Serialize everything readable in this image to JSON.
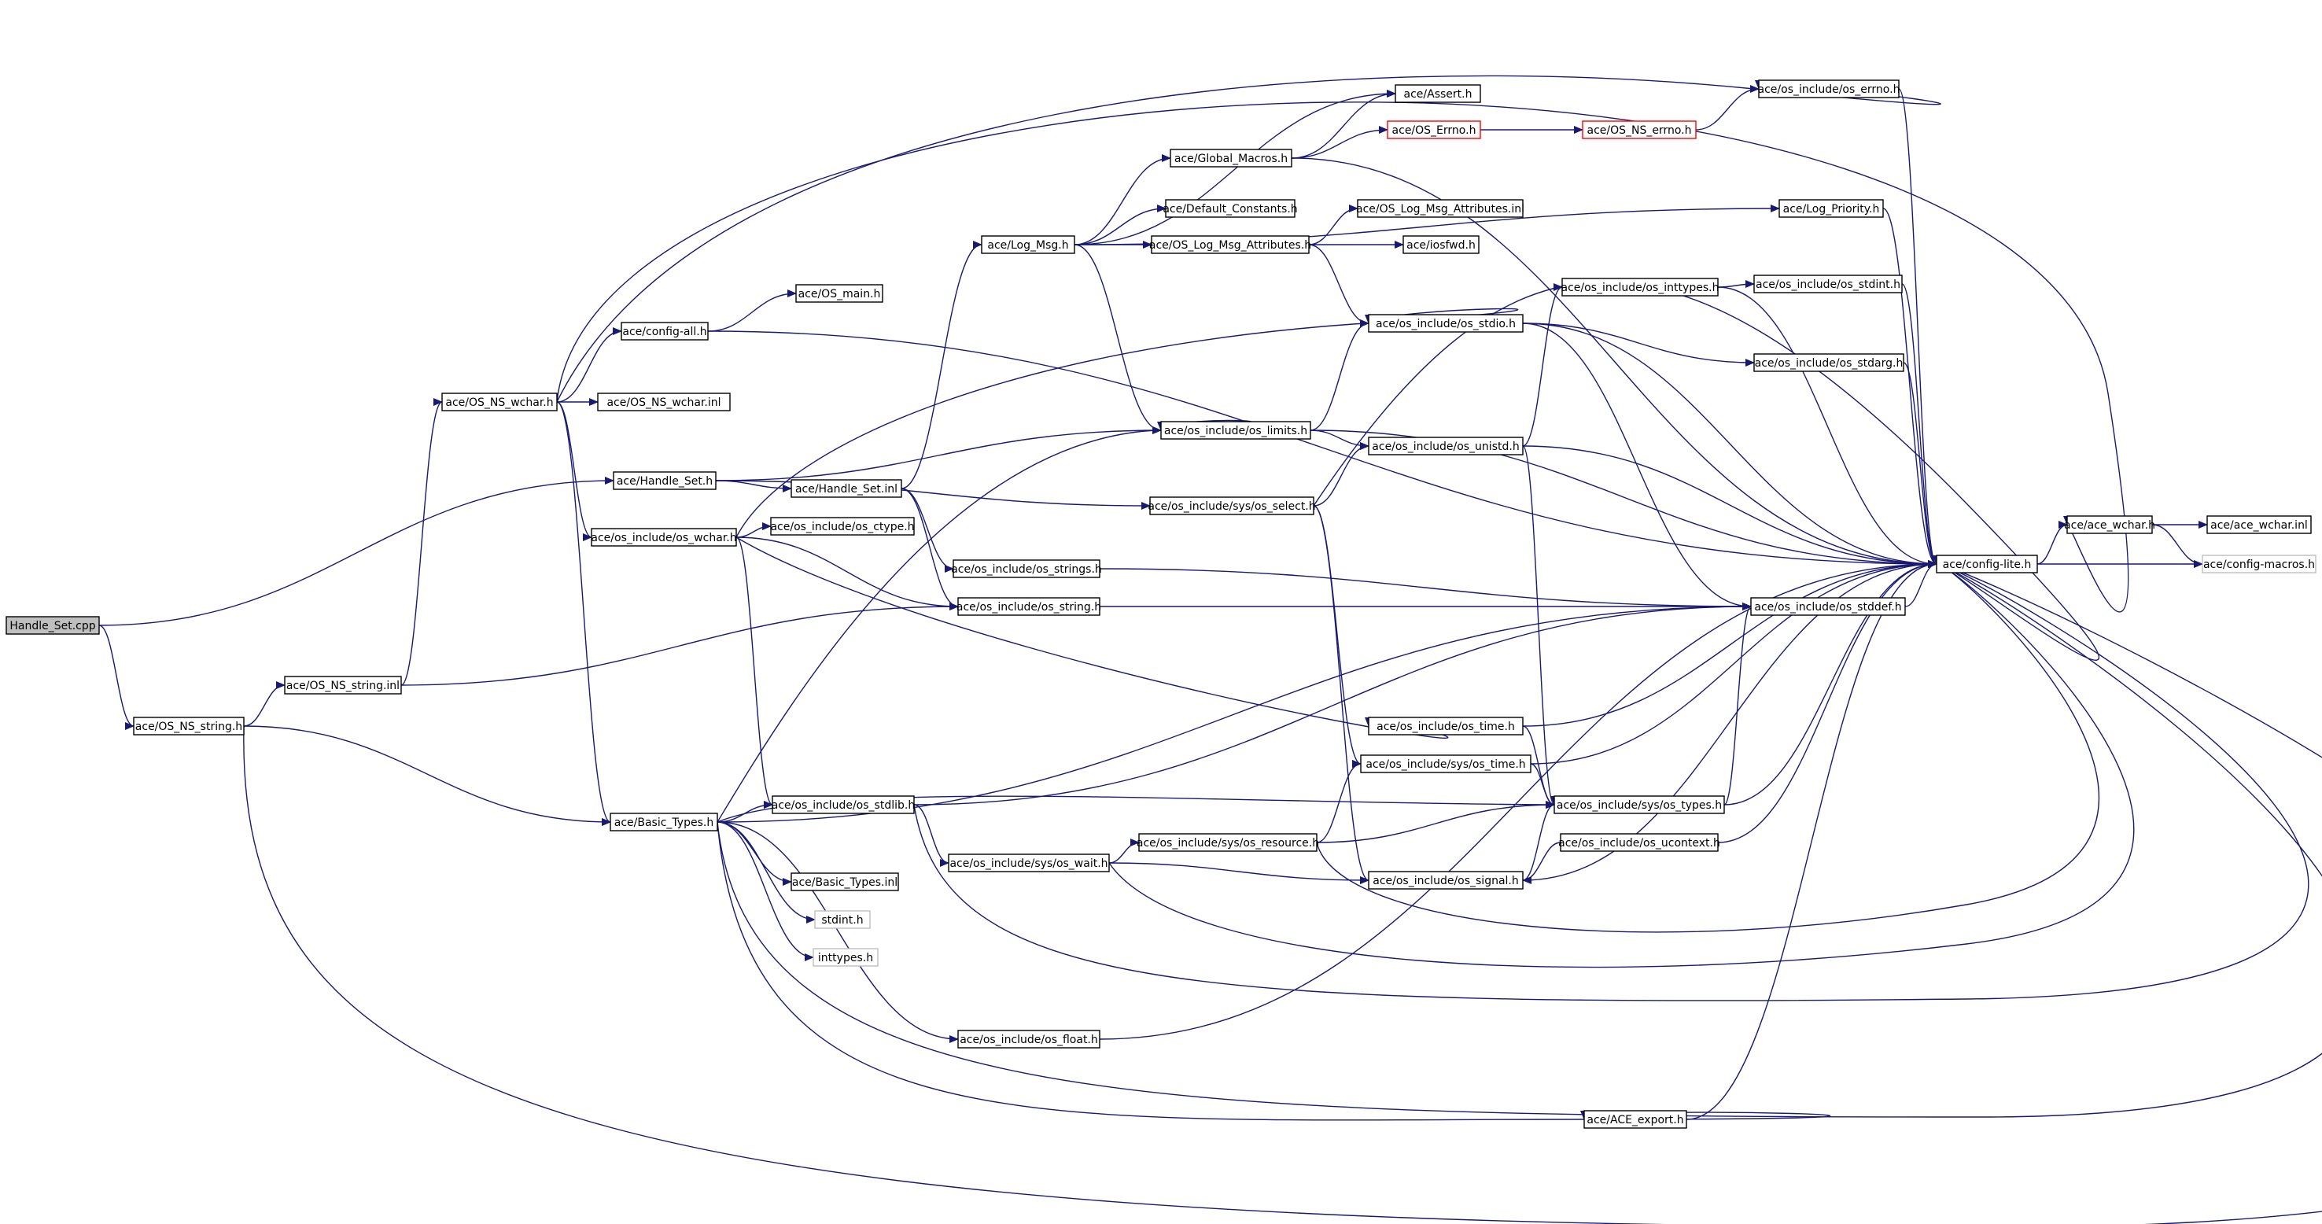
{
  "colors": {
    "edge": "#191970",
    "default_border": "#000000",
    "root_fill": "#bfbfbf",
    "missing_border": "#bfbfbf",
    "truncated_border": "#ff0000",
    "fill": "#ffffff"
  },
  "nodes": [
    {
      "id": "root",
      "label": "Handle_Set.cpp",
      "kind": "root"
    },
    {
      "id": "osnsstring_h",
      "label": "ace/OS_NS_string.h",
      "kind": "normal"
    },
    {
      "id": "osnsstring_inl",
      "label": "ace/OS_NS_string.inl",
      "kind": "normal"
    },
    {
      "id": "osnswchar_h",
      "label": "ace/OS_NS_wchar.h",
      "kind": "normal"
    },
    {
      "id": "configall",
      "label": "ace/config-all.h",
      "kind": "normal"
    },
    {
      "id": "osmain",
      "label": "ace/OS_main.h",
      "kind": "normal"
    },
    {
      "id": "osnswchar_inl",
      "label": "ace/OS_NS_wchar.inl",
      "kind": "normal"
    },
    {
      "id": "handleset_h",
      "label": "ace/Handle_Set.h",
      "kind": "normal"
    },
    {
      "id": "handleset_inl",
      "label": "ace/Handle_Set.inl",
      "kind": "normal"
    },
    {
      "id": "oswchar",
      "label": "ace/os_include/os_wchar.h",
      "kind": "normal"
    },
    {
      "id": "osctype",
      "label": "ace/os_include/os_ctype.h",
      "kind": "normal"
    },
    {
      "id": "basictypes",
      "label": "ace/Basic_Types.h",
      "kind": "normal"
    },
    {
      "id": "osstdlib",
      "label": "ace/os_include/os_stdlib.h",
      "kind": "normal"
    },
    {
      "id": "basictypes_inl",
      "label": "ace/Basic_Types.inl",
      "kind": "normal"
    },
    {
      "id": "stdint",
      "label": "stdint.h",
      "kind": "missing"
    },
    {
      "id": "inttypes",
      "label": "inttypes.h",
      "kind": "missing"
    },
    {
      "id": "logmsg",
      "label": "ace/Log_Msg.h",
      "kind": "normal"
    },
    {
      "id": "globalmacros",
      "label": "ace/Global_Macros.h",
      "kind": "normal"
    },
    {
      "id": "defconst",
      "label": "ace/Default_Constants.h",
      "kind": "normal"
    },
    {
      "id": "oslogattr_h",
      "label": "ace/OS_Log_Msg_Attributes.h",
      "kind": "normal"
    },
    {
      "id": "oslogattr_inl",
      "label": "ace/OS_Log_Msg_Attributes.inl",
      "kind": "normal"
    },
    {
      "id": "iosfwd",
      "label": "ace/iosfwd.h",
      "kind": "normal"
    },
    {
      "id": "assert",
      "label": "ace/Assert.h",
      "kind": "normal"
    },
    {
      "id": "oserrno",
      "label": "ace/OS_Errno.h",
      "kind": "truncated"
    },
    {
      "id": "osnserrno",
      "label": "ace/OS_NS_errno.h",
      "kind": "truncated"
    },
    {
      "id": "osinclerrno",
      "label": "ace/os_include/os_errno.h",
      "kind": "normal"
    },
    {
      "id": "logpriority",
      "label": "ace/Log_Priority.h",
      "kind": "normal"
    },
    {
      "id": "osinttypes",
      "label": "ace/os_include/os_inttypes.h",
      "kind": "normal"
    },
    {
      "id": "osstdint",
      "label": "ace/os_include/os_stdint.h",
      "kind": "normal"
    },
    {
      "id": "osstdio",
      "label": "ace/os_include/os_stdio.h",
      "kind": "normal"
    },
    {
      "id": "osstdarg",
      "label": "ace/os_include/os_stdarg.h",
      "kind": "normal"
    },
    {
      "id": "oslimits",
      "label": "ace/os_include/os_limits.h",
      "kind": "normal"
    },
    {
      "id": "osunistd",
      "label": "ace/os_include/os_unistd.h",
      "kind": "normal"
    },
    {
      "id": "osselect",
      "label": "ace/os_include/sys/os_select.h",
      "kind": "normal"
    },
    {
      "id": "osstrings",
      "label": "ace/os_include/os_strings.h",
      "kind": "normal"
    },
    {
      "id": "osstring",
      "label": "ace/os_include/os_string.h",
      "kind": "normal"
    },
    {
      "id": "osstddef",
      "label": "ace/os_include/os_stddef.h",
      "kind": "normal"
    },
    {
      "id": "ostime",
      "label": "ace/os_include/os_time.h",
      "kind": "normal"
    },
    {
      "id": "ossystime",
      "label": "ace/os_include/sys/os_time.h",
      "kind": "normal"
    },
    {
      "id": "ossystypes",
      "label": "ace/os_include/sys/os_types.h",
      "kind": "normal"
    },
    {
      "id": "ossyswait",
      "label": "ace/os_include/sys/os_wait.h",
      "kind": "normal"
    },
    {
      "id": "ossysresource",
      "label": "ace/os_include/sys/os_resource.h",
      "kind": "normal"
    },
    {
      "id": "osucontext",
      "label": "ace/os_include/os_ucontext.h",
      "kind": "normal"
    },
    {
      "id": "ossignal",
      "label": "ace/os_include/os_signal.h",
      "kind": "normal"
    },
    {
      "id": "osfloat",
      "label": "ace/os_include/os_float.h",
      "kind": "normal"
    },
    {
      "id": "aceexport",
      "label": "ace/ACE_export.h",
      "kind": "normal"
    },
    {
      "id": "configlite",
      "label": "ace/config-lite.h",
      "kind": "normal"
    },
    {
      "id": "acewchar_h",
      "label": "ace/ace_wchar.h",
      "kind": "normal"
    },
    {
      "id": "acewchar_inl",
      "label": "ace/ace_wchar.inl",
      "kind": "normal"
    },
    {
      "id": "configmacros",
      "label": "ace/config-macros.h",
      "kind": "missing"
    }
  ],
  "edges": [
    [
      "root",
      "handleset_h"
    ],
    [
      "root",
      "osnsstring_h"
    ],
    [
      "osnsstring_h",
      "osnsstring_inl"
    ],
    [
      "osnsstring_h",
      "basictypes"
    ],
    [
      "osnsstring_h",
      "configlite"
    ],
    [
      "osnsstring_inl",
      "osnswchar_h"
    ],
    [
      "osnsstring_inl",
      "osstring"
    ],
    [
      "osnswchar_h",
      "configall"
    ],
    [
      "osnswchar_h",
      "osnswchar_inl"
    ],
    [
      "osnswchar_h",
      "oswchar"
    ],
    [
      "osnswchar_h",
      "basictypes"
    ],
    [
      "osnswchar_h",
      "osinclerrno"
    ],
    [
      "osnswchar_h",
      "acewchar_h"
    ],
    [
      "configall",
      "osmain"
    ],
    [
      "configall",
      "configlite"
    ],
    [
      "handleset_h",
      "handleset_inl"
    ],
    [
      "handleset_h",
      "oslimits"
    ],
    [
      "handleset_h",
      "osselect"
    ],
    [
      "handleset_inl",
      "logmsg"
    ],
    [
      "handleset_inl",
      "osstrings"
    ],
    [
      "handleset_inl",
      "osstring"
    ],
    [
      "oswchar",
      "osctype"
    ],
    [
      "oswchar",
      "osstdio"
    ],
    [
      "oswchar",
      "osstring"
    ],
    [
      "oswchar",
      "ostime"
    ],
    [
      "oswchar",
      "osstdlib"
    ],
    [
      "basictypes",
      "osstdlib"
    ],
    [
      "basictypes",
      "basictypes_inl"
    ],
    [
      "basictypes",
      "stdint"
    ],
    [
      "basictypes",
      "inttypes"
    ],
    [
      "basictypes",
      "oslimits"
    ],
    [
      "basictypes",
      "osstddef"
    ],
    [
      "basictypes",
      "ossystypes"
    ],
    [
      "basictypes",
      "osfloat"
    ],
    [
      "basictypes",
      "aceexport"
    ],
    [
      "basictypes",
      "configlite"
    ],
    [
      "osstdlib",
      "ossyswait"
    ],
    [
      "osstdlib",
      "osstddef"
    ],
    [
      "osstdlib",
      "configlite"
    ],
    [
      "logmsg",
      "globalmacros"
    ],
    [
      "logmsg",
      "defconst"
    ],
    [
      "logmsg",
      "oslogattr_h"
    ],
    [
      "logmsg",
      "assert"
    ],
    [
      "logmsg",
      "logpriority"
    ],
    [
      "logmsg",
      "oslimits"
    ],
    [
      "globalmacros",
      "assert"
    ],
    [
      "globalmacros",
      "oserrno"
    ],
    [
      "globalmacros",
      "configlite"
    ],
    [
      "oserrno",
      "osnserrno"
    ],
    [
      "osnserrno",
      "osinclerrno"
    ],
    [
      "oslogattr_h",
      "oslogattr_inl"
    ],
    [
      "oslogattr_h",
      "iosfwd"
    ],
    [
      "oslogattr_h",
      "osstdio"
    ],
    [
      "osinclerrno",
      "configlite"
    ],
    [
      "logpriority",
      "configlite"
    ],
    [
      "osinttypes",
      "osstdint"
    ],
    [
      "osinttypes",
      "configlite"
    ],
    [
      "osstdint",
      "configlite"
    ],
    [
      "osstdio",
      "osstdarg"
    ],
    [
      "osstdio",
      "osstddef"
    ],
    [
      "osstdio",
      "configlite"
    ],
    [
      "osstdarg",
      "configlite"
    ],
    [
      "oslimits",
      "osunistd"
    ],
    [
      "oslimits",
      "osstdio"
    ],
    [
      "oslimits",
      "configlite"
    ],
    [
      "osunistd",
      "osinttypes"
    ],
    [
      "osunistd",
      "ossystypes"
    ],
    [
      "osunistd",
      "configlite"
    ],
    [
      "osselect",
      "osunistd"
    ],
    [
      "osselect",
      "ossystime"
    ],
    [
      "osselect",
      "ossignal"
    ],
    [
      "osselect",
      "configlite"
    ],
    [
      "osstrings",
      "osstddef"
    ],
    [
      "osstring",
      "osstddef"
    ],
    [
      "osstddef",
      "configlite"
    ],
    [
      "ostime",
      "ossystypes"
    ],
    [
      "ostime",
      "configlite"
    ],
    [
      "ossystime",
      "ossystypes"
    ],
    [
      "ossystime",
      "configlite"
    ],
    [
      "ossystypes",
      "osstddef"
    ],
    [
      "ossystypes",
      "configlite"
    ],
    [
      "ossyswait",
      "ossysresource"
    ],
    [
      "ossyswait",
      "ossignal"
    ],
    [
      "ossyswait",
      "configlite"
    ],
    [
      "ossysresource",
      "ossystime"
    ],
    [
      "ossysresource",
      "ossystypes"
    ],
    [
      "ossysresource",
      "configlite"
    ],
    [
      "osucontext",
      "ossignal"
    ],
    [
      "osucontext",
      "configlite"
    ],
    [
      "ossignal",
      "ossystypes"
    ],
    [
      "ossignal",
      "configlite"
    ],
    [
      "osfloat",
      "configlite"
    ],
    [
      "aceexport",
      "configlite"
    ],
    [
      "configlite",
      "acewchar_h"
    ],
    [
      "configlite",
      "configmacros"
    ],
    [
      "acewchar_h",
      "acewchar_inl"
    ],
    [
      "acewchar_h",
      "configmacros"
    ]
  ]
}
